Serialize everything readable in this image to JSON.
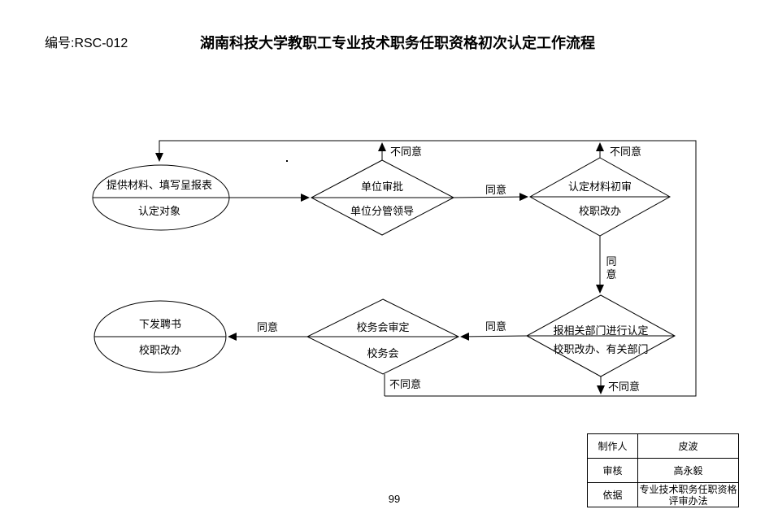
{
  "header": {
    "code": "编号:RSC-012",
    "title": "湖南科技大学教职工专业技术职务任职资格初次认定工作流程"
  },
  "flowchart": {
    "nodes": {
      "start": {
        "top": "提供材料、填写呈报表",
        "bottom": "认定对象"
      },
      "unit_approval": {
        "top": "单位审批",
        "bottom": "单位分管领导"
      },
      "initial_review": {
        "top": "认定材料初审",
        "bottom": "校职改办"
      },
      "related_depts": {
        "top": "报相关部门进行认定",
        "bottom": "校职改办、有关部门"
      },
      "council_review": {
        "top": "校务会审定",
        "bottom": "校务会"
      },
      "issue_letter": {
        "top": "下发聘书",
        "bottom": "校职改办"
      }
    },
    "labels": {
      "agree1": "同意",
      "agree2": "同意",
      "agree3": "同意",
      "agree_v1": "同",
      "agree_v2": "意",
      "disagree1": "不同意",
      "disagree2": "不同意",
      "disagree3": "不同意",
      "disagree4": "不同意"
    },
    "colors": {
      "line": "#000000",
      "background": "#ffffff"
    }
  },
  "table": {
    "rows": [
      {
        "label": "制作人",
        "value": "皮波"
      },
      {
        "label": "审核",
        "value": "高永毅"
      },
      {
        "label": "依据",
        "value": "专业技术职务任职资格评审办法"
      }
    ]
  },
  "page": {
    "number": "99"
  }
}
